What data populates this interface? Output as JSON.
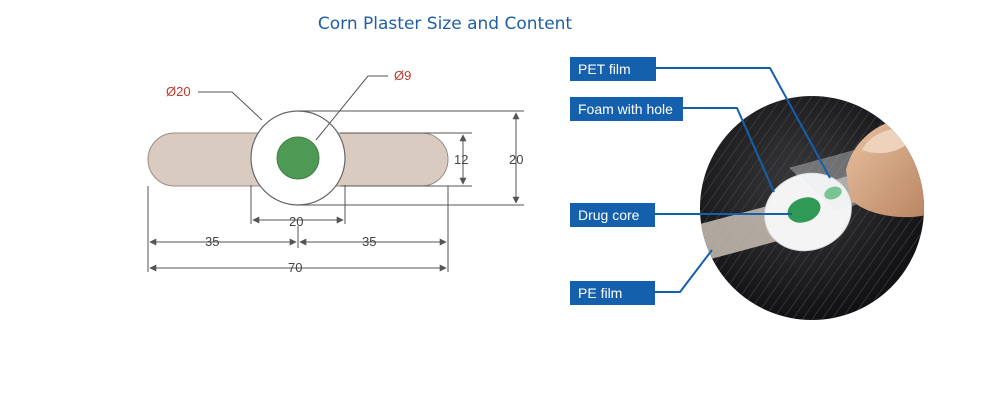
{
  "title": "Corn Plaster Size and Content",
  "dimensions": {
    "outer_diameter": "Ø20",
    "core_diameter": "Ø9",
    "pad_height": "12",
    "total_height": "20",
    "center_width": "20",
    "left_length": "35",
    "right_length": "35",
    "total_length": "70"
  },
  "callouts": {
    "pet_film": "PET film",
    "foam_with_hole": "Foam with hole",
    "drug_core": "Drug core",
    "pe_film": "PE film"
  },
  "colors": {
    "title": "#1f5fa6",
    "callout_bg": "#1560ad",
    "strip_fill": "#d9cbbf",
    "core_fill": "#4e9a55",
    "dimension_red": "#c0392b"
  }
}
